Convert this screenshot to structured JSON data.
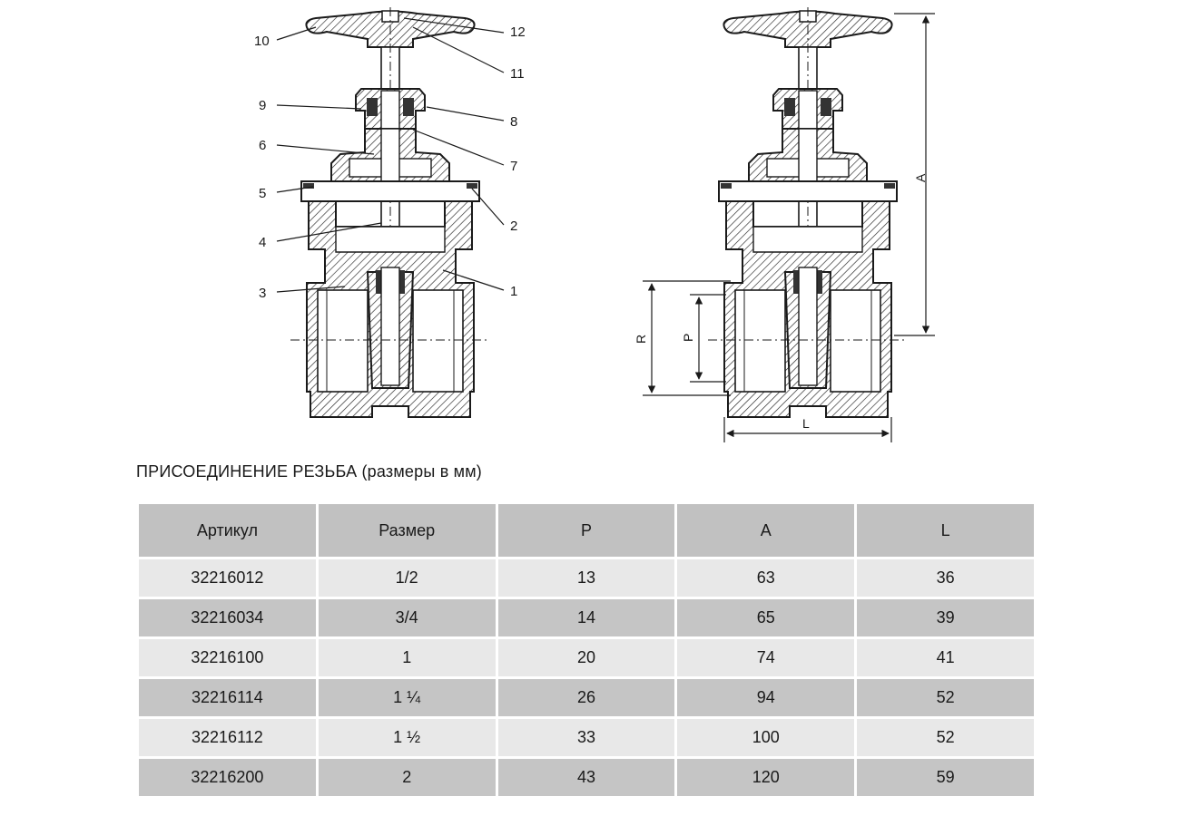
{
  "diagram": {
    "callouts": [
      "1",
      "2",
      "3",
      "4",
      "5",
      "6",
      "7",
      "8",
      "9",
      "10",
      "11",
      "12"
    ],
    "dimensions": {
      "a": "A",
      "r": "R",
      "p": "P",
      "l": "L"
    }
  },
  "section_title": "ПРИСОЕДИНЕНИЕ РЕЗЬБА (размеры в мм)",
  "table": {
    "headers": [
      "Артикул",
      "Размер",
      "P",
      "A",
      "L"
    ],
    "rows": [
      [
        "32216012",
        "1/2",
        "13",
        "63",
        "36"
      ],
      [
        "32216034",
        "3/4",
        "14",
        "65",
        "39"
      ],
      [
        "32216100",
        "1",
        "20",
        "74",
        "41"
      ],
      [
        "32216114",
        "1 ¼",
        "26",
        "94",
        "52"
      ],
      [
        "32216112",
        "1 ½",
        "33",
        "100",
        "52"
      ],
      [
        "32216200",
        "2",
        "43",
        "120",
        "59"
      ]
    ]
  },
  "colors": {
    "header_bg": "#c1c1c1",
    "row_light": "#e8e8e8",
    "row_dark": "#c5c5c5",
    "line": "#1a1a1a"
  }
}
